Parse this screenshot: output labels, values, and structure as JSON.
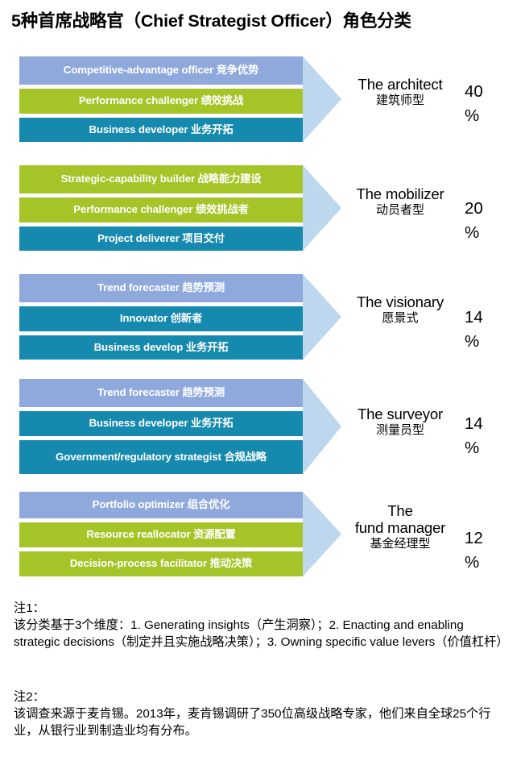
{
  "title": "5种首席战略官（Chief Strategist Officer）角色分类",
  "colors": {
    "blue": "#8FA9DC",
    "green": "#A5C427",
    "teal": "#1689AE",
    "arrow": "#BDD7EE",
    "text_on_bar": "#FFFFFF",
    "label_text": "#000000"
  },
  "chart_data": {
    "type": "bar",
    "title": "5种首席战略官（Chief Strategist Officer）角色分类",
    "categories": [
      "The architect",
      "The mobilizer",
      "The visionary",
      "The surveyor",
      "The fund manager"
    ],
    "values": [
      40,
      20,
      14,
      14,
      12
    ],
    "xlabel": "",
    "ylabel": "",
    "unit": "%"
  },
  "groups": [
    {
      "label_en": "The architect",
      "label_zh": "建筑师型",
      "pct": "40\n%",
      "bars": [
        {
          "text": "Competitive-advantage officer 竞争优势",
          "color": "blue"
        },
        {
          "text": "Performance challenger 绩效挑战",
          "color": "green"
        },
        {
          "text": "Business developer 业务开拓",
          "color": "teal"
        }
      ]
    },
    {
      "label_en": "The mobilizer",
      "label_zh": "动员者型",
      "pct": "20\n%",
      "bars": [
        {
          "text": "Strategic-capability builder 战略能力建设",
          "color": "green"
        },
        {
          "text": "Performance challenger 绩效挑战者",
          "color": "green"
        },
        {
          "text": "Project deliverer 项目交付",
          "color": "teal"
        }
      ]
    },
    {
      "label_en": "The visionary",
      "label_zh": "愿景式",
      "pct": "14\n%",
      "bars": [
        {
          "text": "Trend forecaster 趋势预测",
          "color": "blue"
        },
        {
          "text": "Innovator 创新者",
          "color": "teal"
        },
        {
          "text": "Business develop 业务开拓",
          "color": "teal"
        }
      ]
    },
    {
      "label_en": "The surveyor",
      "label_zh": "测量员型",
      "pct": "14\n%",
      "bars": [
        {
          "text": "Trend forecaster 趋势预测",
          "color": "blue"
        },
        {
          "text": "Business developer 业务开拓",
          "color": "teal"
        },
        {
          "text": "Government/regulatory strategist 合规战略",
          "color": "teal"
        }
      ]
    },
    {
      "label_en": "The\nfund manager",
      "label_zh": "基金经理型",
      "pct": "12\n%",
      "bars": [
        {
          "text": "Portfolio optimizer 组合优化",
          "color": "blue"
        },
        {
          "text": "Resource reallocator 资源配置",
          "color": "green"
        },
        {
          "text": "Decision-process facilitator 推动决策",
          "color": "green"
        }
      ]
    }
  ],
  "footnotes": [
    {
      "head": "注1：",
      "body": "该分类基于3个维度：1. Generating insights（产生洞察）；2. Enacting and enabling strategic decisions（制定并且实施战略决策）；3. Owning specific value levers（价值杠杆）"
    },
    {
      "head": "注2：",
      "body": "该调查来源于麦肯锡。2013年，麦肯锡调研了350位高级战略专家，他们来自全球25个行业，从银行业到制造业均有分布。"
    }
  ]
}
